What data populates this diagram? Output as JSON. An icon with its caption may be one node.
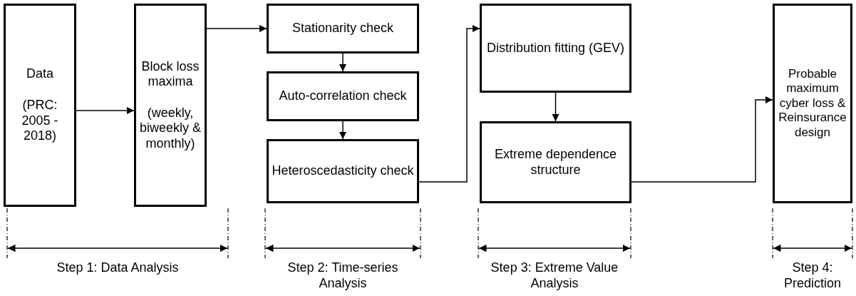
{
  "diagram": {
    "nodes": [
      {
        "text": [
          "Data",
          "(PRC: 2005 - 2018)"
        ]
      },
      {
        "text": [
          "Block loss maxima",
          "(weekly, biweekly & monthly)"
        ]
      },
      {
        "text": [
          "Stationarity check"
        ]
      },
      {
        "text": [
          "Auto-correlation check"
        ]
      },
      {
        "text": [
          "Heteroscedasticity check"
        ]
      },
      {
        "text": [
          "Distribution fitting (GEV)"
        ]
      },
      {
        "text": [
          "Extreme dependence structure"
        ]
      },
      {
        "text": [
          "Probable maximum cyber loss & Reinsurance design"
        ]
      }
    ],
    "edges": [
      {
        "from": 0,
        "to": 1,
        "arrow": "to"
      },
      {
        "from": 1,
        "to": 2,
        "arrow": "to"
      },
      {
        "from": 2,
        "to": 3,
        "arrow": "to"
      },
      {
        "from": 3,
        "to": 4,
        "arrow": "to"
      },
      {
        "from": 4,
        "to": 5,
        "arrow": "to"
      },
      {
        "from": 5,
        "to": 6,
        "arrow": "to"
      },
      {
        "from": 6,
        "to": 7,
        "arrow": "to"
      }
    ],
    "labels": [
      "Step 1: Data Analysis",
      "Step 2: Time-series Analysis",
      "Step 3: Extreme Value Analysis",
      "Step 4: Prediction"
    ]
  }
}
